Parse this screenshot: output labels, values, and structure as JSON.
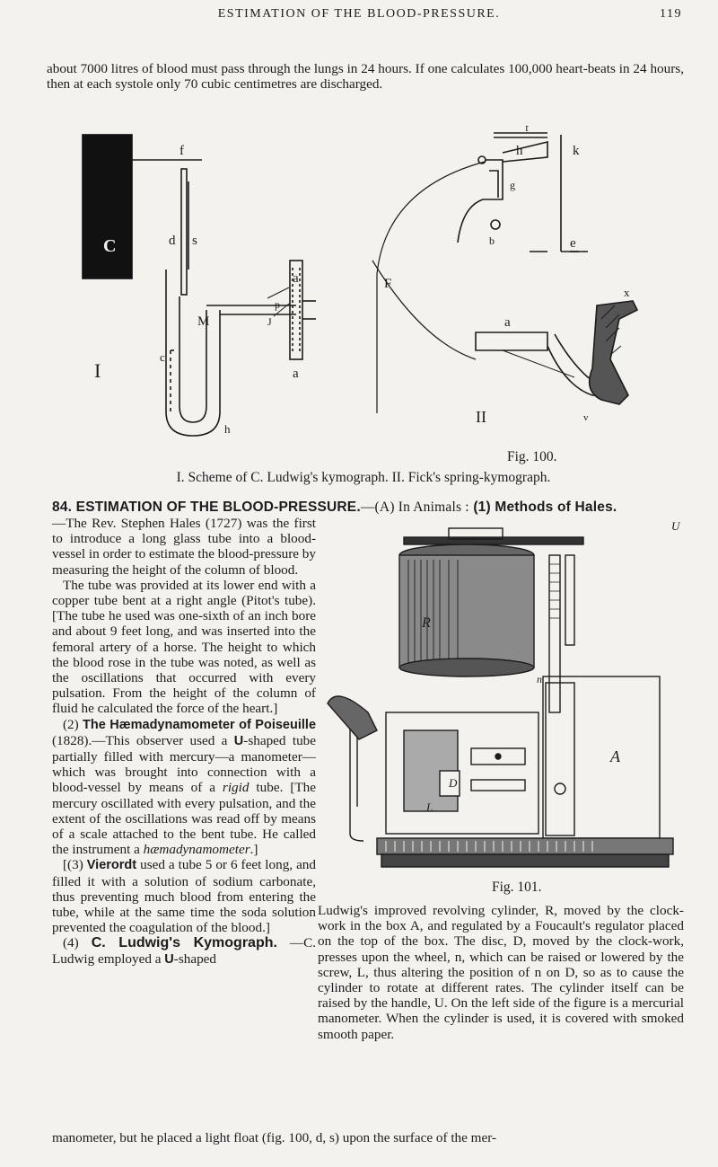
{
  "header": {
    "running_title": "ESTIMATION OF THE BLOOD-PRESSURE.",
    "page_number": "119"
  },
  "intro_paragraph": "about 7000 litres of blood must pass through the lungs in 24 hours. If one calculates 100,000 heart-beats in 24 hours, then at each systole only 70 cubic centimetres are discharged.",
  "figure_100": {
    "label": "Fig. 100.",
    "caption": "I. Scheme of C. Ludwig's kymograph.   II. Fick's spring-kymograph.",
    "scheme_I_letters": {
      "f": "f",
      "c_cap": "C",
      "d": "d",
      "s": "s",
      "m": "M",
      "a1": "a",
      "p": "p",
      "j": "J",
      "a2": "a",
      "c": "c",
      "h": "h",
      "roman": "I"
    },
    "scheme_II_letters": {
      "f": "f",
      "h": "h",
      "k": "k",
      "g": "g",
      "b": "b",
      "e": "e",
      "f_cap": "F",
      "a": "a",
      "x": "x",
      "v": "v",
      "roman": "II"
    }
  },
  "section": {
    "number": "84.",
    "title": "ESTIMATION OF THE BLOOD-PRESSURE.",
    "subtitle_lead": "—(A) In Animals :",
    "subtitle_rest": "(1) Methods of Hales."
  },
  "left_column": [
    "—The Rev. Stephen Hales (1727) was the first to introduce a long glass tube into a blood-vessel in order to estimate the blood-pressure by measuring the height of the column of blood.",
    "The tube was provided at its lower end with a copper tube bent at a right angle (Pitot's tube). [The tube he used was one-sixth of an inch bore and about 9 feet long, and was inserted into the femoral artery of a horse. The height to which the blood rose in the tube was noted, as well as the oscillations that occurred with every pulsation. From the height of the column of fluid he calculated the force of the heart.]"
  ],
  "poiseuille": {
    "lead": "(2)",
    "title": "The Hæmadynamometer of Poiseuille",
    "year_text": "(1828).—This observer used a",
    "u_letter": "U",
    "body_a": "-shaped tube partially filled with mercury—a manometer—which was brought into connection with a blood-vessel by means of a",
    "italic": "rigid",
    "body_b": "tube. [The mercury oscillated with every pulsation, and the extent of the oscillations was read off by means of a scale attached to the bent tube. He called the instrument a",
    "italic2": "hæmadynamometer",
    "body_c": ".]"
  },
  "vierordt": {
    "lead": "[(3)",
    "name": "Vierordt",
    "body": "used a tube 5 or 6 feet long, and filled it with a solution of sodium carbonate, thus preventing much blood from entering the tube, while at the same time the soda solution prevented the coagulation of the blood.]"
  },
  "ludwig": {
    "lead": "(4)",
    "title": "C. Ludwig's Kymograph.",
    "line1": "—C. Ludwig employed a",
    "u_letter": "U",
    "line1b": "-shaped",
    "bottom_line": "manometer, but he placed a light float (fig. 100, d, s) upon the surface of the mer-"
  },
  "figure_101": {
    "label": "Fig. 101.",
    "letters": {
      "r": "R",
      "n": "n",
      "u": "U",
      "d": "D",
      "l": "L",
      "a": "A"
    },
    "caption_lines": [
      "Ludwig's improved revolving cylinder, R, moved by the clock-work in the box A, and regulated by a Foucault's regulator placed on the top of the box. The disc, D, moved by the clock-work, presses upon the wheel, n, which can be raised or lowered by the screw, L, thus altering the position of n on D, so as to cause the cylinder to rotate at different rates. The cylinder itself can be raised by the handle, U. On the left side of the figure is a mercurial manometer. When the cylinder is used, it is covered with smoked smooth paper."
    ]
  },
  "colors": {
    "ink": "#1c1c1c",
    "paper": "#f3f2ee"
  }
}
